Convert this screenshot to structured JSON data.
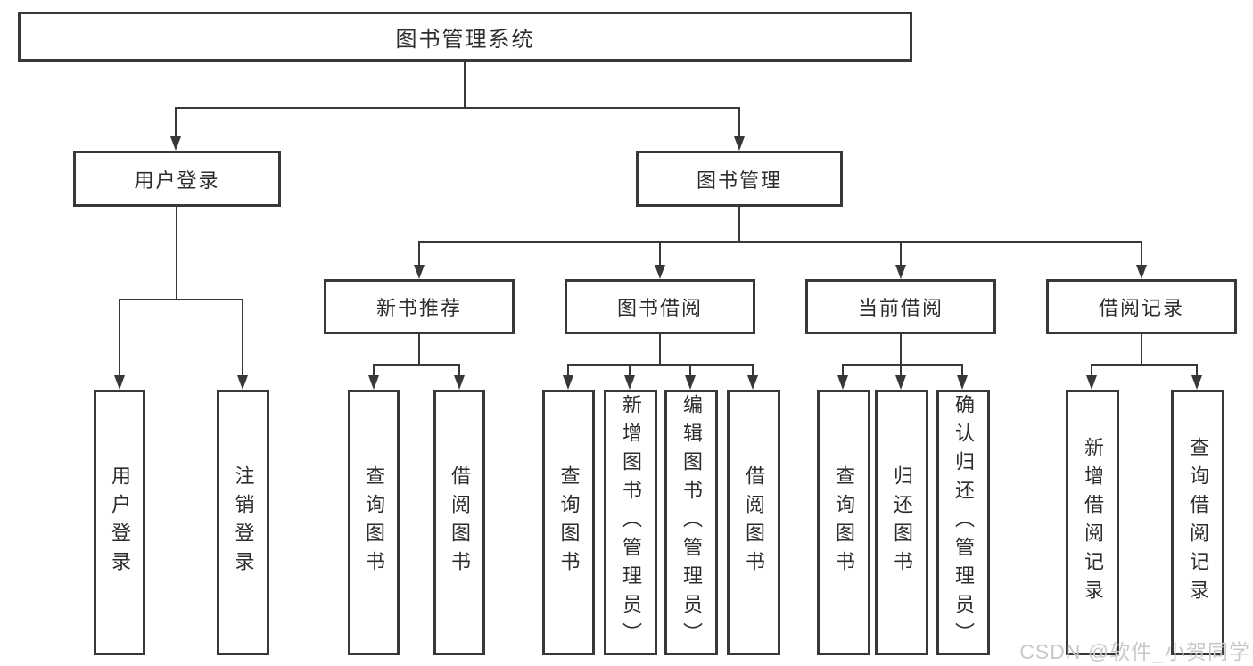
{
  "title": "图书管理系统",
  "colors": {
    "line": "#383838",
    "text": "#2d2d2d",
    "background": "#ffffff",
    "watermark": "#c6c9cc"
  },
  "nodes": {
    "root": "图书管理系统",
    "level2": [
      "用户登录",
      "图书管理"
    ],
    "level3": [
      "新书推荐",
      "图书借阅",
      "当前借阅",
      "借阅记录"
    ],
    "leaves": {
      "login": [
        "用户登录",
        "注销登录"
      ],
      "recommend": [
        "查询图书",
        "借阅图书"
      ],
      "borrow": [
        "查询图书",
        "新增图书（管理员）",
        "编辑图书（管理员）",
        "借阅图书"
      ],
      "current": [
        "查询图书",
        "归还图书",
        "确认归还（管理员）"
      ],
      "records": [
        "新增借阅记录",
        "查询借阅记录"
      ]
    }
  },
  "watermark": "CSDN @软件_小贺同学"
}
